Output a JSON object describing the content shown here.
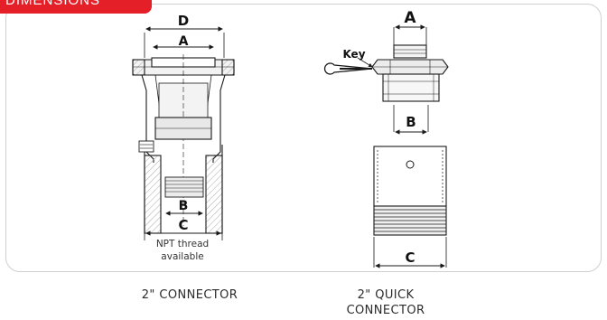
{
  "header": {
    "title": "DIMENSIONS"
  },
  "connector": {
    "dim_d": "D",
    "dim_a": "A",
    "dim_b": "B",
    "dim_c": "C",
    "note_line1": "NPT thread",
    "note_line2": "available",
    "caption": "2\" CONNECTOR"
  },
  "quick_connector": {
    "dim_a": "A",
    "key_label": "Key",
    "dim_b": "B",
    "dim_c": "C",
    "caption_line1": "2\" QUICK",
    "caption_line2": "CONNECTOR"
  },
  "colors": {
    "accent": "#e41f28",
    "panel_border": "#cfcfcf",
    "line": "#1a1a1a",
    "hatch": "#b8b8b8",
    "shade": "#e6e6e6"
  }
}
